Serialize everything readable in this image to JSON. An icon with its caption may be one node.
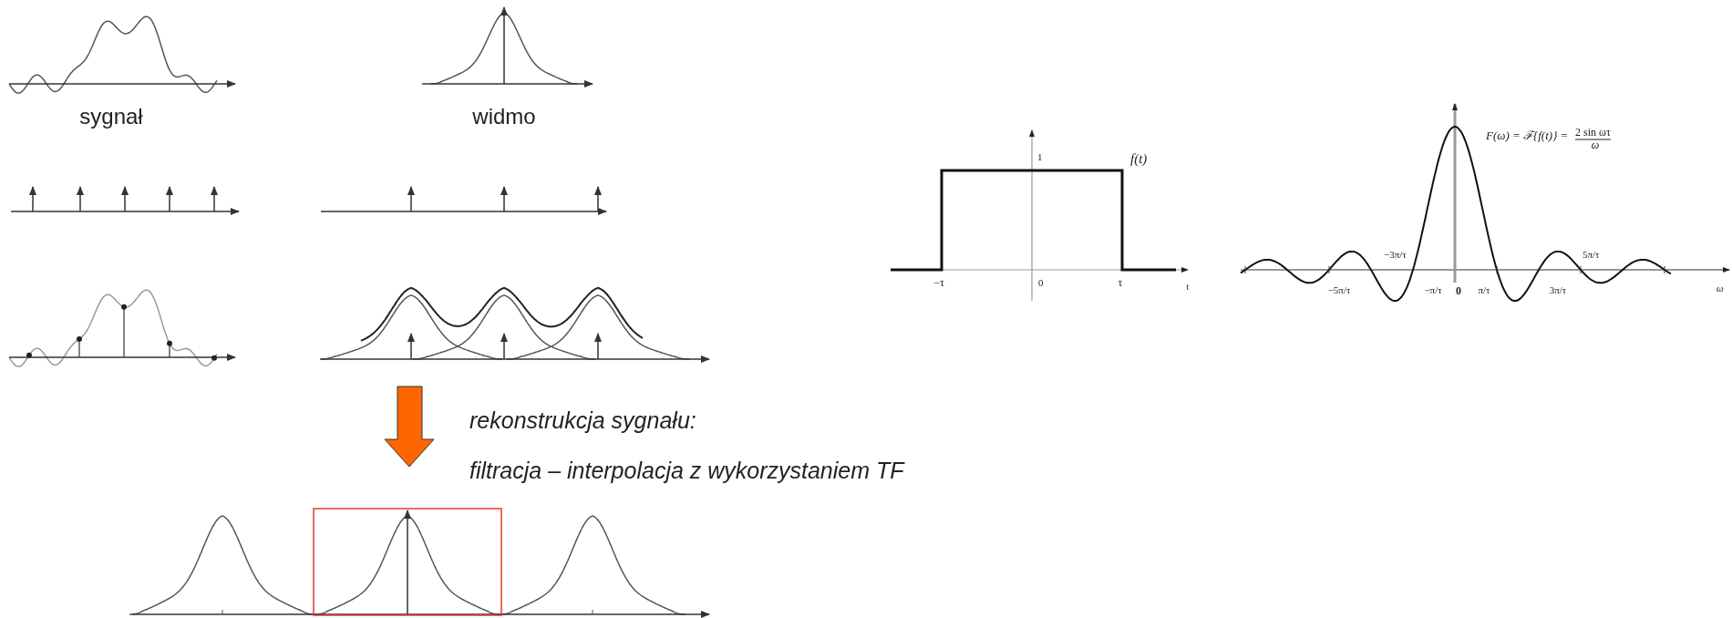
{
  "diagram": {
    "labels": [
      "sygnał",
      "widmo",
      "1",
      "f(t)",
      "F(ω) = ℱ{f(t)} =",
      "2 sin ωτ",
      "ω",
      "−3π/τ",
      "5π/τ",
      "−τ",
      "0",
      "τ",
      "t",
      "−5π/τ",
      "−π/τ",
      "0",
      "π/τ",
      "3π/τ",
      "ω",
      "rekonstrukcja sygnału:",
      "filtracja – interpolacja z wykorzystaniem TF"
    ]
  }
}
